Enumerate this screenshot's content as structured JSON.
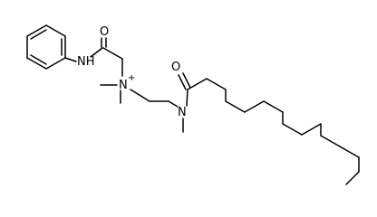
{
  "diagram": {
    "type": "skeletal-formula",
    "atom_labels": {
      "carbonyl_o_1": "O",
      "amide_nh": "NH",
      "quaternary_n": "N",
      "quaternary_charge": "+",
      "carbonyl_o_2": "O",
      "amide_n_2": "N"
    }
  }
}
